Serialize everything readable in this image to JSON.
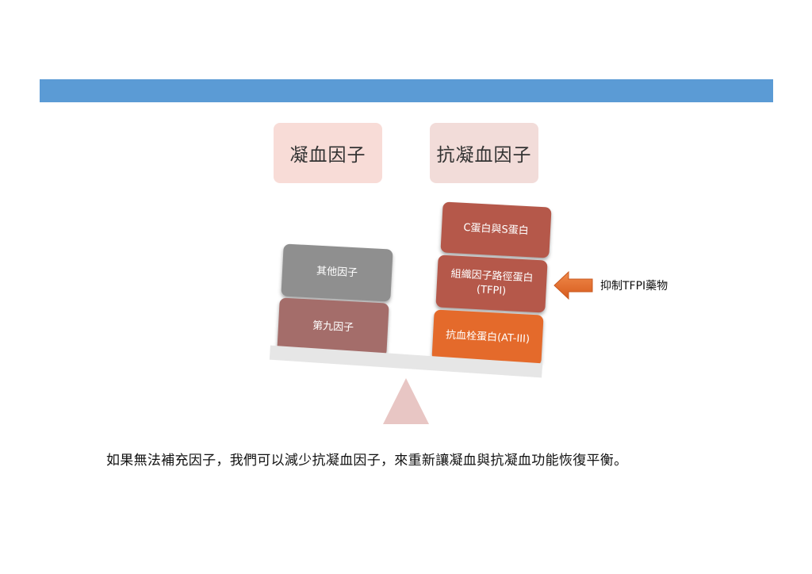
{
  "colors": {
    "top_bar": "#5b9bd5",
    "header_bg": "#f8dcd7",
    "header_bg_right": "#f2dcd9",
    "block_gray": "#8f8f8f",
    "block_rose": "#a46d6a",
    "block_brown": "#b5584a",
    "block_orange": "#e46a2b",
    "beam": "#e6e6e6",
    "fulcrum": "#e8c6c4",
    "arrow": "#e8702e"
  },
  "headers": {
    "coagulation_factors": "凝血因子",
    "anticoagulation_factors": "抗凝血因子"
  },
  "left_stack": {
    "other_factors": "其他因子",
    "factor_ix": "第九因子"
  },
  "right_stack": {
    "protein_cs": "C蛋白與S蛋白",
    "tfpi_line1": "組織因子路徑蛋白",
    "tfpi_line2": "(TFPI)",
    "at3": "抗血栓蛋白(AT-III)"
  },
  "arrow_label": "抑制TFPI藥物",
  "caption": "如果無法補充因子，我們可以減少抗凝血因子，來重新讓凝血與抗凝血功能恢復平衡。"
}
